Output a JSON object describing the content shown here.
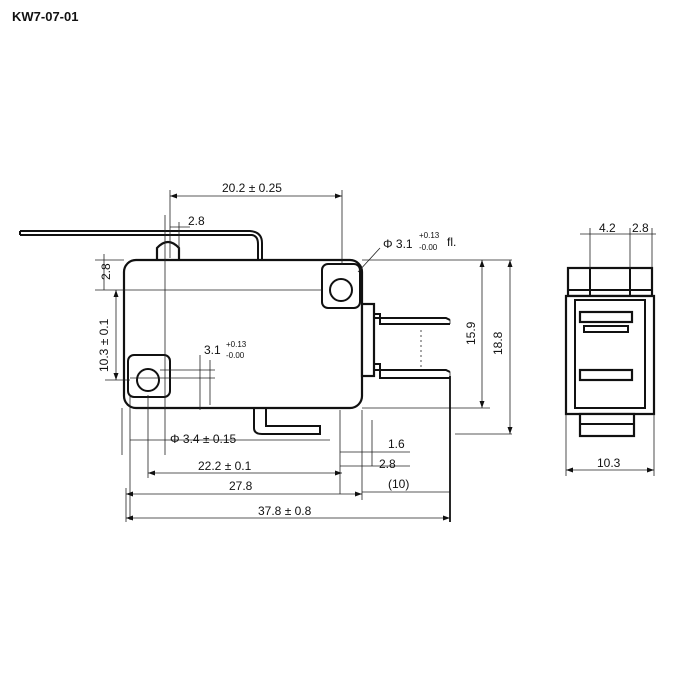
{
  "title": "KW7-07-01",
  "dims": {
    "d_20_2": "20.2 ± 0.25",
    "d_2_8_top": "2.8",
    "d_2_8_left": "2.8",
    "d_10_3_left": "10.3 ± 0.1",
    "d_hole_main": "Φ 3.1",
    "d_hole_main_tol_up": "+0.13",
    "d_hole_main_tol_dn": "-0.00",
    "d_hole_main_suffix": "fl.",
    "d_3_1": "3.1",
    "d_3_1_tol_up": "+0.13",
    "d_3_1_tol_dn": "-0.00",
    "d_3_4": "Φ 3.4 ± 0.15",
    "d_1_6": "1.6",
    "d_22_2": "22.2 ± 0.1",
    "d_2_8_bottom": "2.8",
    "d_27_8": "27.8",
    "d_10_paren": "(10)",
    "d_37_8": "37.8 ± 0.8",
    "d_15_9": "15.9",
    "d_18_8": "18.8",
    "d_4_2": "4.2",
    "d_2_8_side": "2.8",
    "d_10_3_side": "10.3"
  }
}
